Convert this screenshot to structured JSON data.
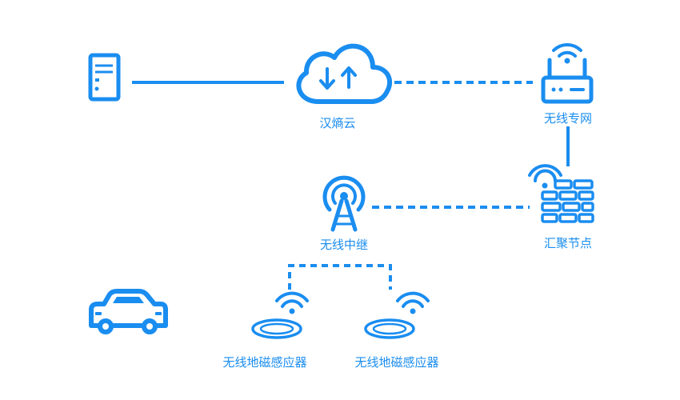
{
  "colors": {
    "accent": "#1a8df0",
    "background": "#ffffff"
  },
  "nodes": [
    {
      "id": "server",
      "icon": "server-icon",
      "label": ""
    },
    {
      "id": "cloud",
      "icon": "cloud-sync-icon",
      "label": "汉熵云"
    },
    {
      "id": "router",
      "icon": "wifi-router-icon",
      "label": "无线专网"
    },
    {
      "id": "gateway",
      "icon": "brick-wall-wifi-icon",
      "label": "汇聚节点"
    },
    {
      "id": "relay",
      "icon": "radio-tower-icon",
      "label": "无线中继"
    },
    {
      "id": "car",
      "icon": "car-icon",
      "label": ""
    },
    {
      "id": "sensor1",
      "icon": "magnetic-sensor-icon",
      "label": "无线地磁感应器"
    },
    {
      "id": "sensor2",
      "icon": "magnetic-sensor-icon",
      "label": "无线地磁感应器"
    }
  ],
  "links": [
    {
      "from": "server",
      "to": "cloud",
      "style": "solid"
    },
    {
      "from": "cloud",
      "to": "router",
      "style": "dashed"
    },
    {
      "from": "router",
      "to": "gateway",
      "style": "solid"
    },
    {
      "from": "gateway",
      "to": "relay",
      "style": "dashed"
    },
    {
      "from": "relay",
      "to": "sensor1",
      "style": "dashed"
    },
    {
      "from": "relay",
      "to": "sensor2",
      "style": "dashed"
    }
  ]
}
